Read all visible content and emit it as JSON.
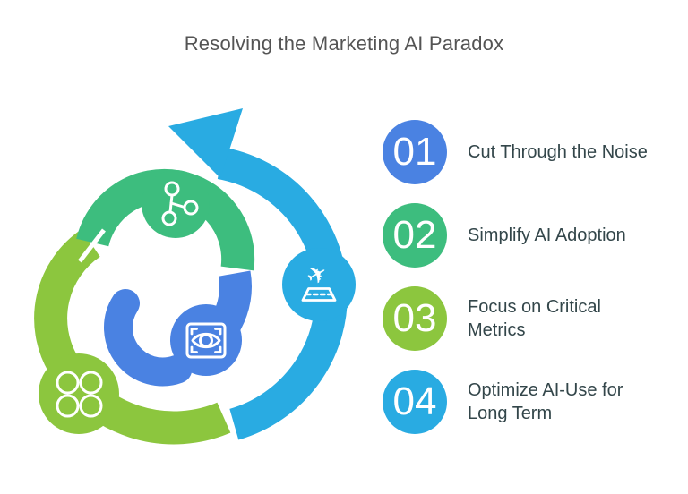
{
  "title": "Resolving the Marketing AI Paradox",
  "palette": {
    "cyan": "#29abe2",
    "emerald": "#3dbd7e",
    "lime": "#8cc63e",
    "blue": "#4a82e2",
    "white": "#ffffff",
    "title_text": "#545454",
    "step_text": "#33464a"
  },
  "cycle": {
    "airplane_glyph": "✈",
    "icons": [
      "share-nodes-icon",
      "airplane-takeoff-icon",
      "eye-scan-icon",
      "four-dots-icon"
    ]
  },
  "steps": [
    {
      "number": "01",
      "label": "Cut Through the Noise",
      "color": "#4a82e2"
    },
    {
      "number": "02",
      "label": "Simplify AI Adoption",
      "color": "#3dbd7e"
    },
    {
      "number": "03",
      "label": "Focus on Critical Metrics",
      "color": "#8cc63e"
    },
    {
      "number": "04",
      "label": "Optimize AI-Use for Long Term",
      "color": "#29abe2"
    }
  ]
}
